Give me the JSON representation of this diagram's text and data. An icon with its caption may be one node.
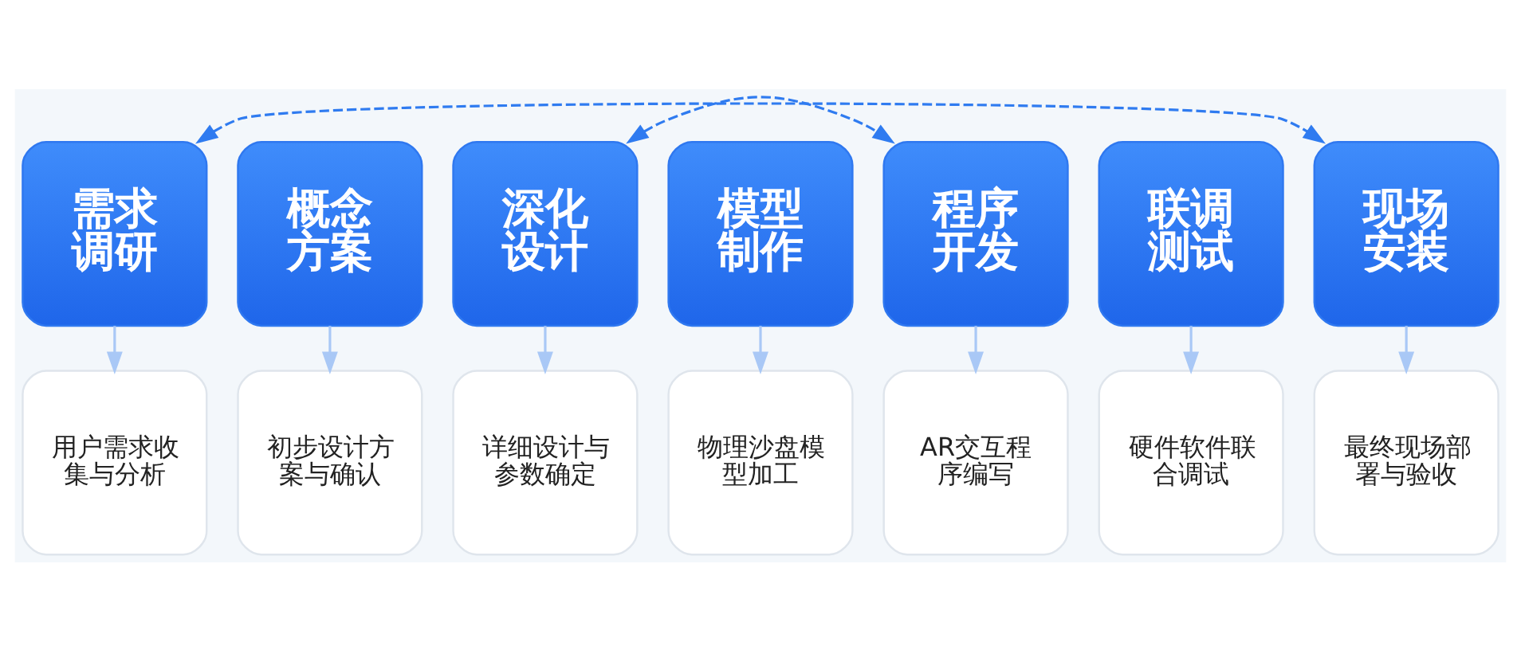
{
  "diagram": {
    "nodes": [
      {
        "text": [
          "需求调研"
        ]
      },
      {
        "text": [
          "概念方案"
        ]
      },
      {
        "text": [
          "深化设计"
        ]
      },
      {
        "text": [
          "模型制作"
        ]
      },
      {
        "text": [
          "程序开发"
        ]
      },
      {
        "text": [
          "联调测试"
        ]
      },
      {
        "text": [
          "现场安装"
        ]
      },
      {
        "text": [
          "用户需求收集与分析"
        ]
      },
      {
        "text": [
          "初步设计方案与确认"
        ]
      },
      {
        "text": [
          "详细设计与参数确定"
        ]
      },
      {
        "text": [
          "物理沙盘模型加工"
        ]
      },
      {
        "text": [
          "AR交互程序编写"
        ]
      },
      {
        "text": [
          "硬件软件联合调试"
        ]
      },
      {
        "text": [
          "最终现场部署与验收"
        ]
      }
    ],
    "edges": [
      {
        "from": 0,
        "to": 6,
        "arrow": "both",
        "style": "dashed",
        "color": "#2f7bf0"
      },
      {
        "from": 2,
        "to": 4,
        "arrow": "both",
        "style": "dashed",
        "color": "#2f7bf0"
      },
      {
        "from": 0,
        "to": 7,
        "arrow": "to"
      },
      {
        "from": 1,
        "to": 8,
        "arrow": "to"
      },
      {
        "from": 2,
        "to": 9,
        "arrow": "to"
      },
      {
        "from": 3,
        "to": 10,
        "arrow": "to"
      },
      {
        "from": 4,
        "to": 11,
        "arrow": "to"
      },
      {
        "from": 5,
        "to": 12,
        "arrow": "to"
      },
      {
        "from": 6,
        "to": 13,
        "arrow": "to"
      }
    ]
  }
}
